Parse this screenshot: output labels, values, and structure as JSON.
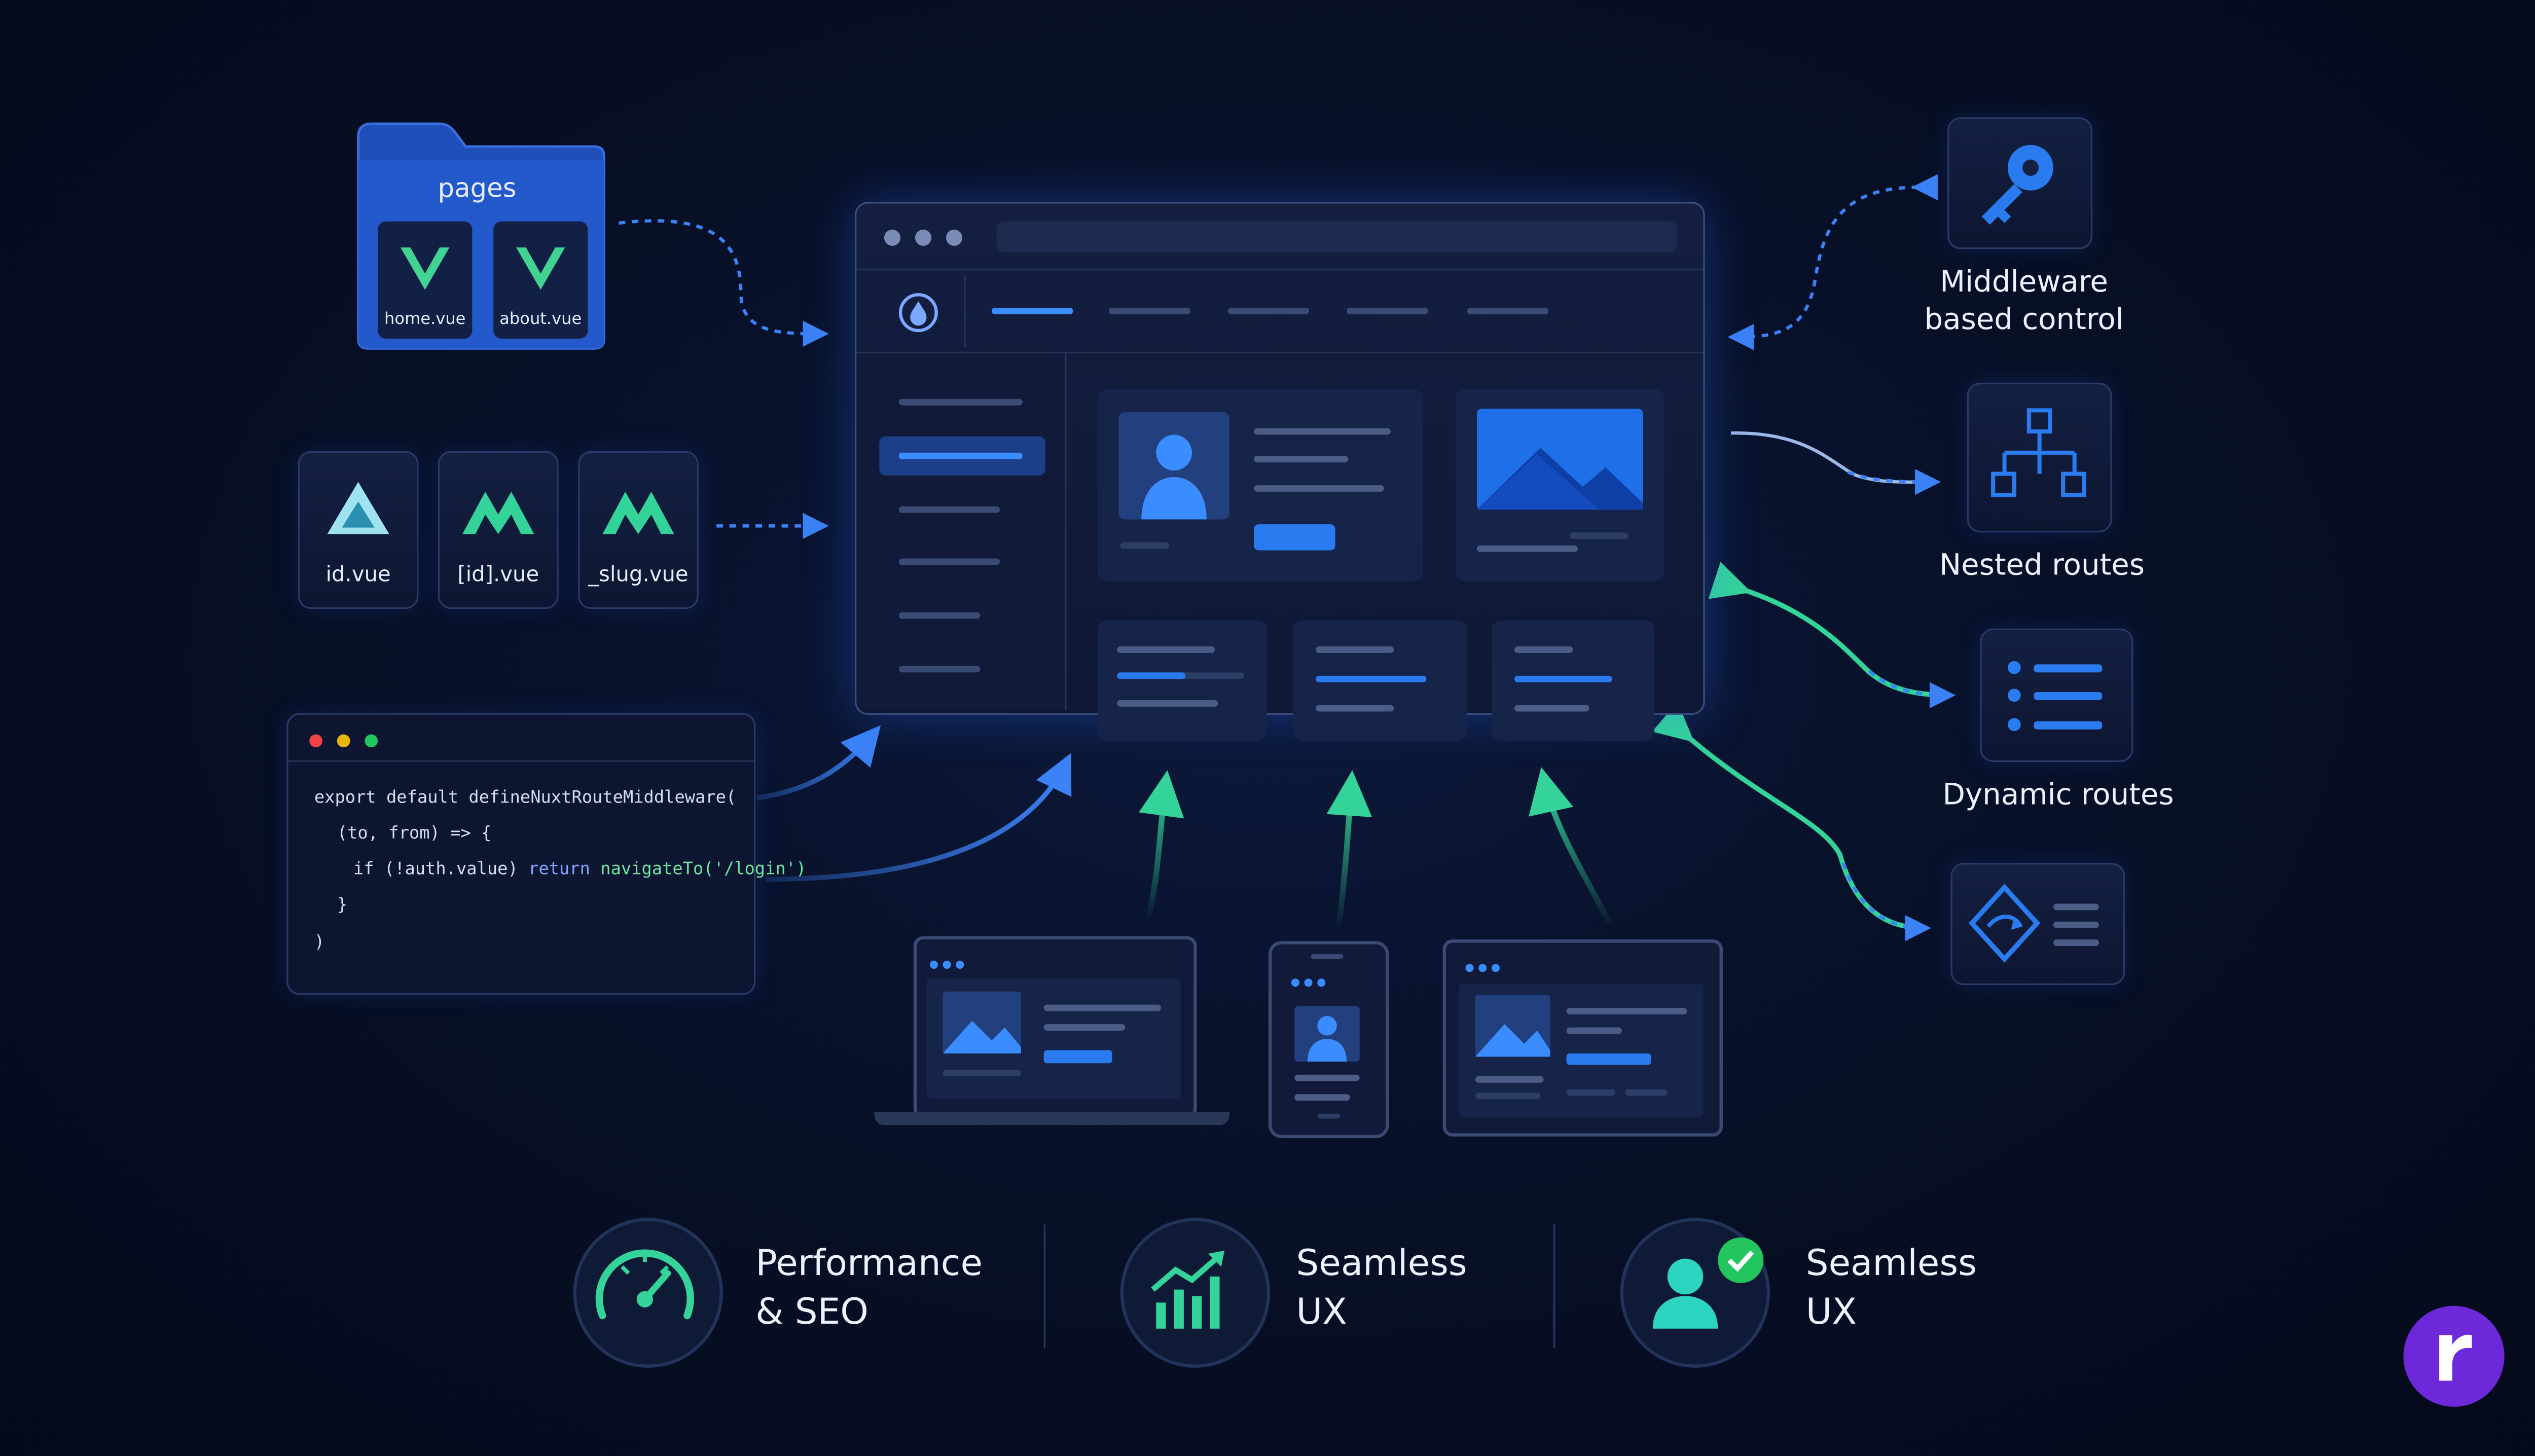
{
  "pages_folder": {
    "title": "pages",
    "files": [
      "home.vue",
      "about.vue"
    ]
  },
  "dynamic_files": [
    "id.vue",
    "[id].vue",
    "_slug.vue"
  ],
  "code": {
    "line1": "export default defineNuxtRouteMiddleware(",
    "line2": "(to, from) => {",
    "line3_a": "if (!auth.value) ",
    "line3_kw": "return",
    "line3_fn": "navigateTo('/login')",
    "line4": "}",
    "line5": ")"
  },
  "right_features": {
    "middleware": "Middleware\nbased control",
    "nested": "Nested routes",
    "dynamic": "Dynamic routes"
  },
  "bottom_features": [
    {
      "label": "Performance\n& SEO"
    },
    {
      "label": "Seamless\nUX"
    },
    {
      "label": "Seamless\nUX"
    }
  ],
  "icons": {
    "folder": "folder-icon",
    "vue": "vue-logo-icon",
    "nuxt": "nuxt-logo-icon",
    "key": "key-icon",
    "tree": "sitemap-icon",
    "list": "list-icon",
    "transition": "diamond-arrow-icon",
    "gauge": "speedometer-icon",
    "growth": "growth-chart-icon",
    "user_check": "user-check-icon",
    "brand": "brand-logo-icon"
  },
  "colors": {
    "background": "#070e22",
    "accent_blue": "#2a7bf0",
    "accent_green": "#34d399",
    "brand_purple": "#6d28d9"
  }
}
